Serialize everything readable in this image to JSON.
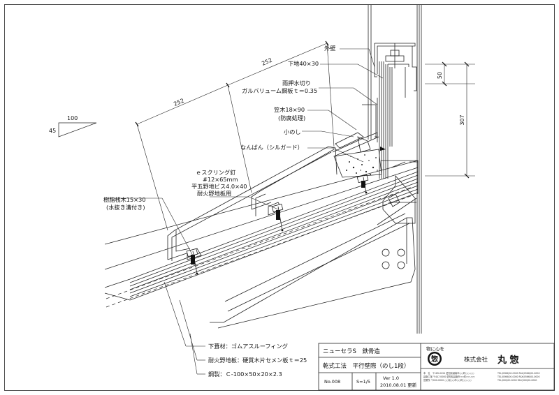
{
  "annotations": {
    "exterior_wall": "外壁",
    "base_40x30": "下地40×30",
    "flashing": "雨押水切り",
    "galvalume": "ガルバリューム鋼板ｔ＝0.35",
    "kasagi": "笠木18×90",
    "kasagi_treat": "(防腐処理)",
    "konoshi": "小のし",
    "nanban": "なんばん（シルガード）",
    "screw_nail": "ｅスクリング釘",
    "screw_nail_size": "#12×65mm",
    "flat_screw": "平五野地ビス4.0×40",
    "fire_base_use": "耐火野地板用",
    "resin_batten": "樹脂桟木15×30",
    "drain_groove": "(水抜き溝付き)",
    "underlay": "下葺材：ゴムアスルーフィング",
    "fire_board": "耐火野地板：硬質木片セメン板ｔ＝25",
    "steel": "鋼製：Ｃ-100×50×20×2.3"
  },
  "dimensions": {
    "len1": "252",
    "len2": "252",
    "d50": "50",
    "d307": "307",
    "slope_run": "100",
    "slope_rise": "45"
  },
  "title_block": {
    "product": "ニューセラS　鉄骨造",
    "method": "乾式工法　平行壁際（のし1段）",
    "number": "No.008",
    "scale": "S=1/5",
    "version": "Ver 1.0",
    "date": "2010.08.01 更新",
    "motto": "物に心を",
    "company": "株式会社",
    "company_name": "丸 惣",
    "logo_char": "惣",
    "address_lines": [
      "本　社　〒185-0024 愛知県碧南市○○町○○-○○",
      "碧南工場 〒447-0000 愛知県碧南市○○町○○-○○",
      "営業所 〒000-0000 ○○県○○市○○町○○-○○"
    ],
    "tel_lines": [
      "TEL(0566)00-0000 FAX(0566)00-0000",
      "TEL(0566)00-0000 FAX(0566)00-0000",
      "TEL(000)00-0000 FAX(000)00-0000"
    ]
  }
}
